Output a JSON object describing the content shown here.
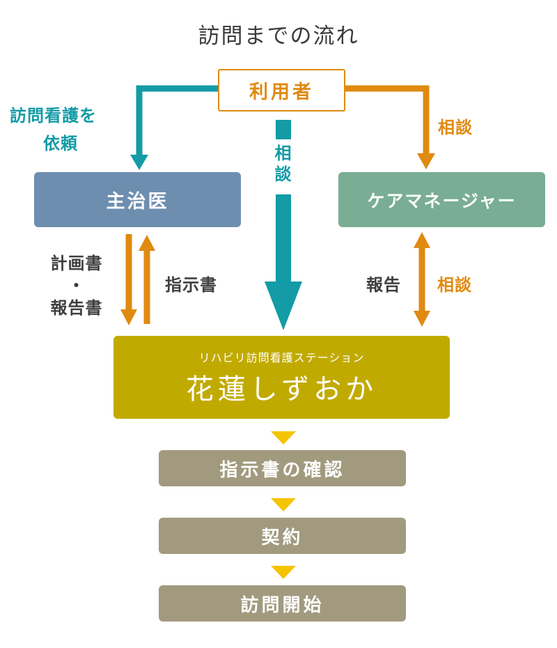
{
  "title": "訪問までの流れ",
  "nodes": {
    "user": "利用者",
    "doctor": "主治医",
    "care_manager": "ケアマネージャー",
    "station_subtitle": "リハビリ訪問看護ステーション",
    "station_name": "花蓮しずおか"
  },
  "labels": {
    "request_line1": "訪問看護を",
    "request_line2": "依頼",
    "consult_center_1": "相",
    "consult_center_2": "談",
    "consult_right": "相談",
    "plan_report_1": "計画書",
    "plan_report_2": "・",
    "plan_report_3": "報告書",
    "instruction": "指示書",
    "report": "報告",
    "consult_care": "相談"
  },
  "steps": [
    "指示書の確認",
    "契約",
    "訪問開始"
  ],
  "colors": {
    "teal": "#139ba6",
    "orange": "#e08a10",
    "doctor": "#6e8eb0",
    "care_manager": "#79ad94",
    "station": "#c1aa00",
    "step": "#a19a7e",
    "step_arrow": "#f5c400"
  }
}
